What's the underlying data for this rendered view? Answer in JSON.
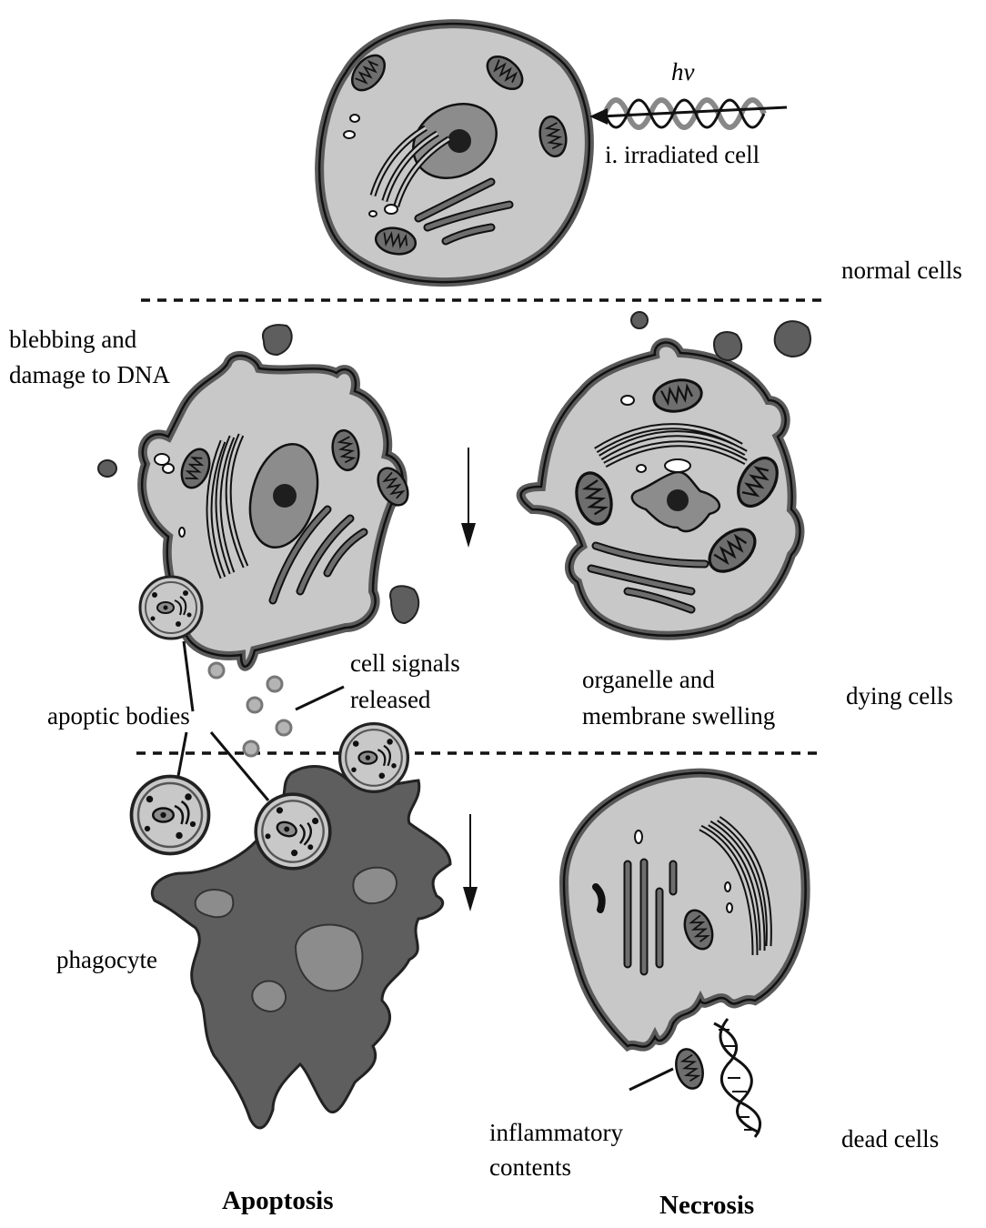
{
  "labels": {
    "hv": "hv",
    "irradiated": "i. irradiated cell",
    "normal_cells": "normal cells",
    "blebbing_line1": "blebbing and",
    "blebbing_line2": "damage to DNA",
    "cell_signals_line1": "cell signals",
    "cell_signals_line2": "released",
    "apoptic_bodies": "apoptic bodies",
    "organelle_line1": "organelle and",
    "organelle_line2": "membrane swelling",
    "dying_cells": "dying cells",
    "phagocyte": "phagocyte",
    "inflammatory_line1": "inflammatory",
    "inflammatory_line2": "contents",
    "dead_cells": "dead cells",
    "apoptosis": "Apoptosis",
    "necrosis": "Necrosis"
  },
  "colors": {
    "cytoplasm": "#c8c8c8",
    "membrane": "#5a5a5a",
    "nucleus": "#8c8c8c",
    "nucleolus": "#1e1e1e",
    "phagocyte": "#5e5e5e",
    "signal": "#b4b4b4"
  }
}
